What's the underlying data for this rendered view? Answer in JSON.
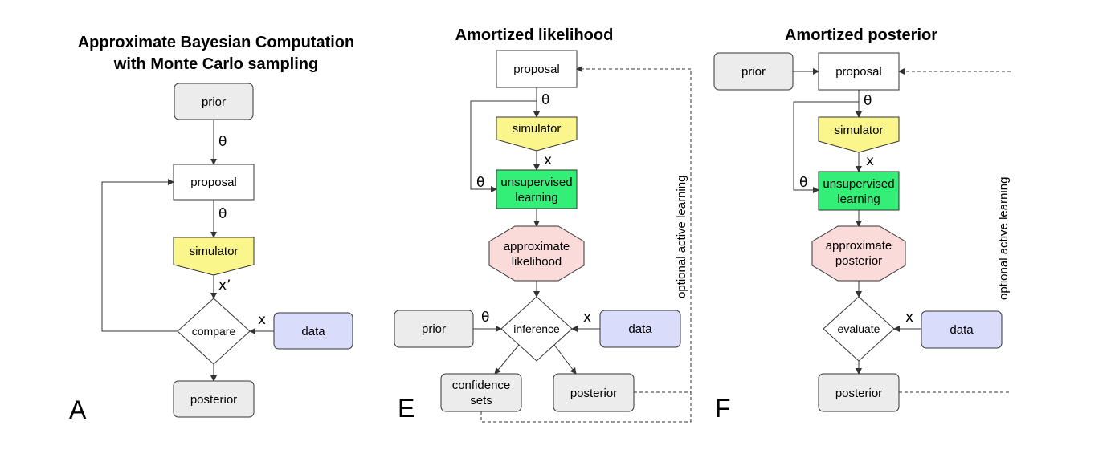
{
  "panel_a": {
    "title_line1": "Approximate Bayesian Computation",
    "title_line2": "with Monte Carlo sampling",
    "letter": "A",
    "prior": "prior",
    "proposal": "proposal",
    "simulator": "simulator",
    "compare": "compare",
    "data": "data",
    "posterior": "posterior",
    "edge_theta_1": "θ",
    "edge_theta_2": "θ",
    "edge_xprime": "x’",
    "edge_x": "x"
  },
  "panel_e": {
    "title": "Amortized likelihood",
    "letter": "E",
    "proposal": "proposal",
    "simulator": "simulator",
    "learning_line1": "unsupervised",
    "learning_line2": "learning",
    "approx_line1": "approximate",
    "approx_line2": "likelihood",
    "prior": "prior",
    "inference": "inference",
    "data": "data",
    "confidence_line1": "confidence",
    "confidence_line2": "sets",
    "posterior": "posterior",
    "active_learning": "optional active learning",
    "edge_theta_top": "θ",
    "edge_x_sim": "x",
    "edge_theta_loop": "θ",
    "edge_theta_prior": "θ",
    "edge_x_data": "x"
  },
  "panel_f": {
    "title": "Amortized posterior",
    "letter": "F",
    "prior": "prior",
    "proposal": "proposal",
    "simulator": "simulator",
    "learning_line1": "unsupervised",
    "learning_line2": "learning",
    "approx_line1": "approximate",
    "approx_line2": "posterior",
    "evaluate": "evaluate",
    "data": "data",
    "posterior": "posterior",
    "active_learning": "optional active learning",
    "edge_theta_top": "θ",
    "edge_x_sim": "x",
    "edge_theta_loop": "θ",
    "edge_x_data": "x"
  },
  "colors": {
    "gray_box": "#ececec",
    "simulator": "#fbf68c",
    "learning": "#33ee77",
    "approx": "#fbdada",
    "data": "#dadcfb"
  }
}
